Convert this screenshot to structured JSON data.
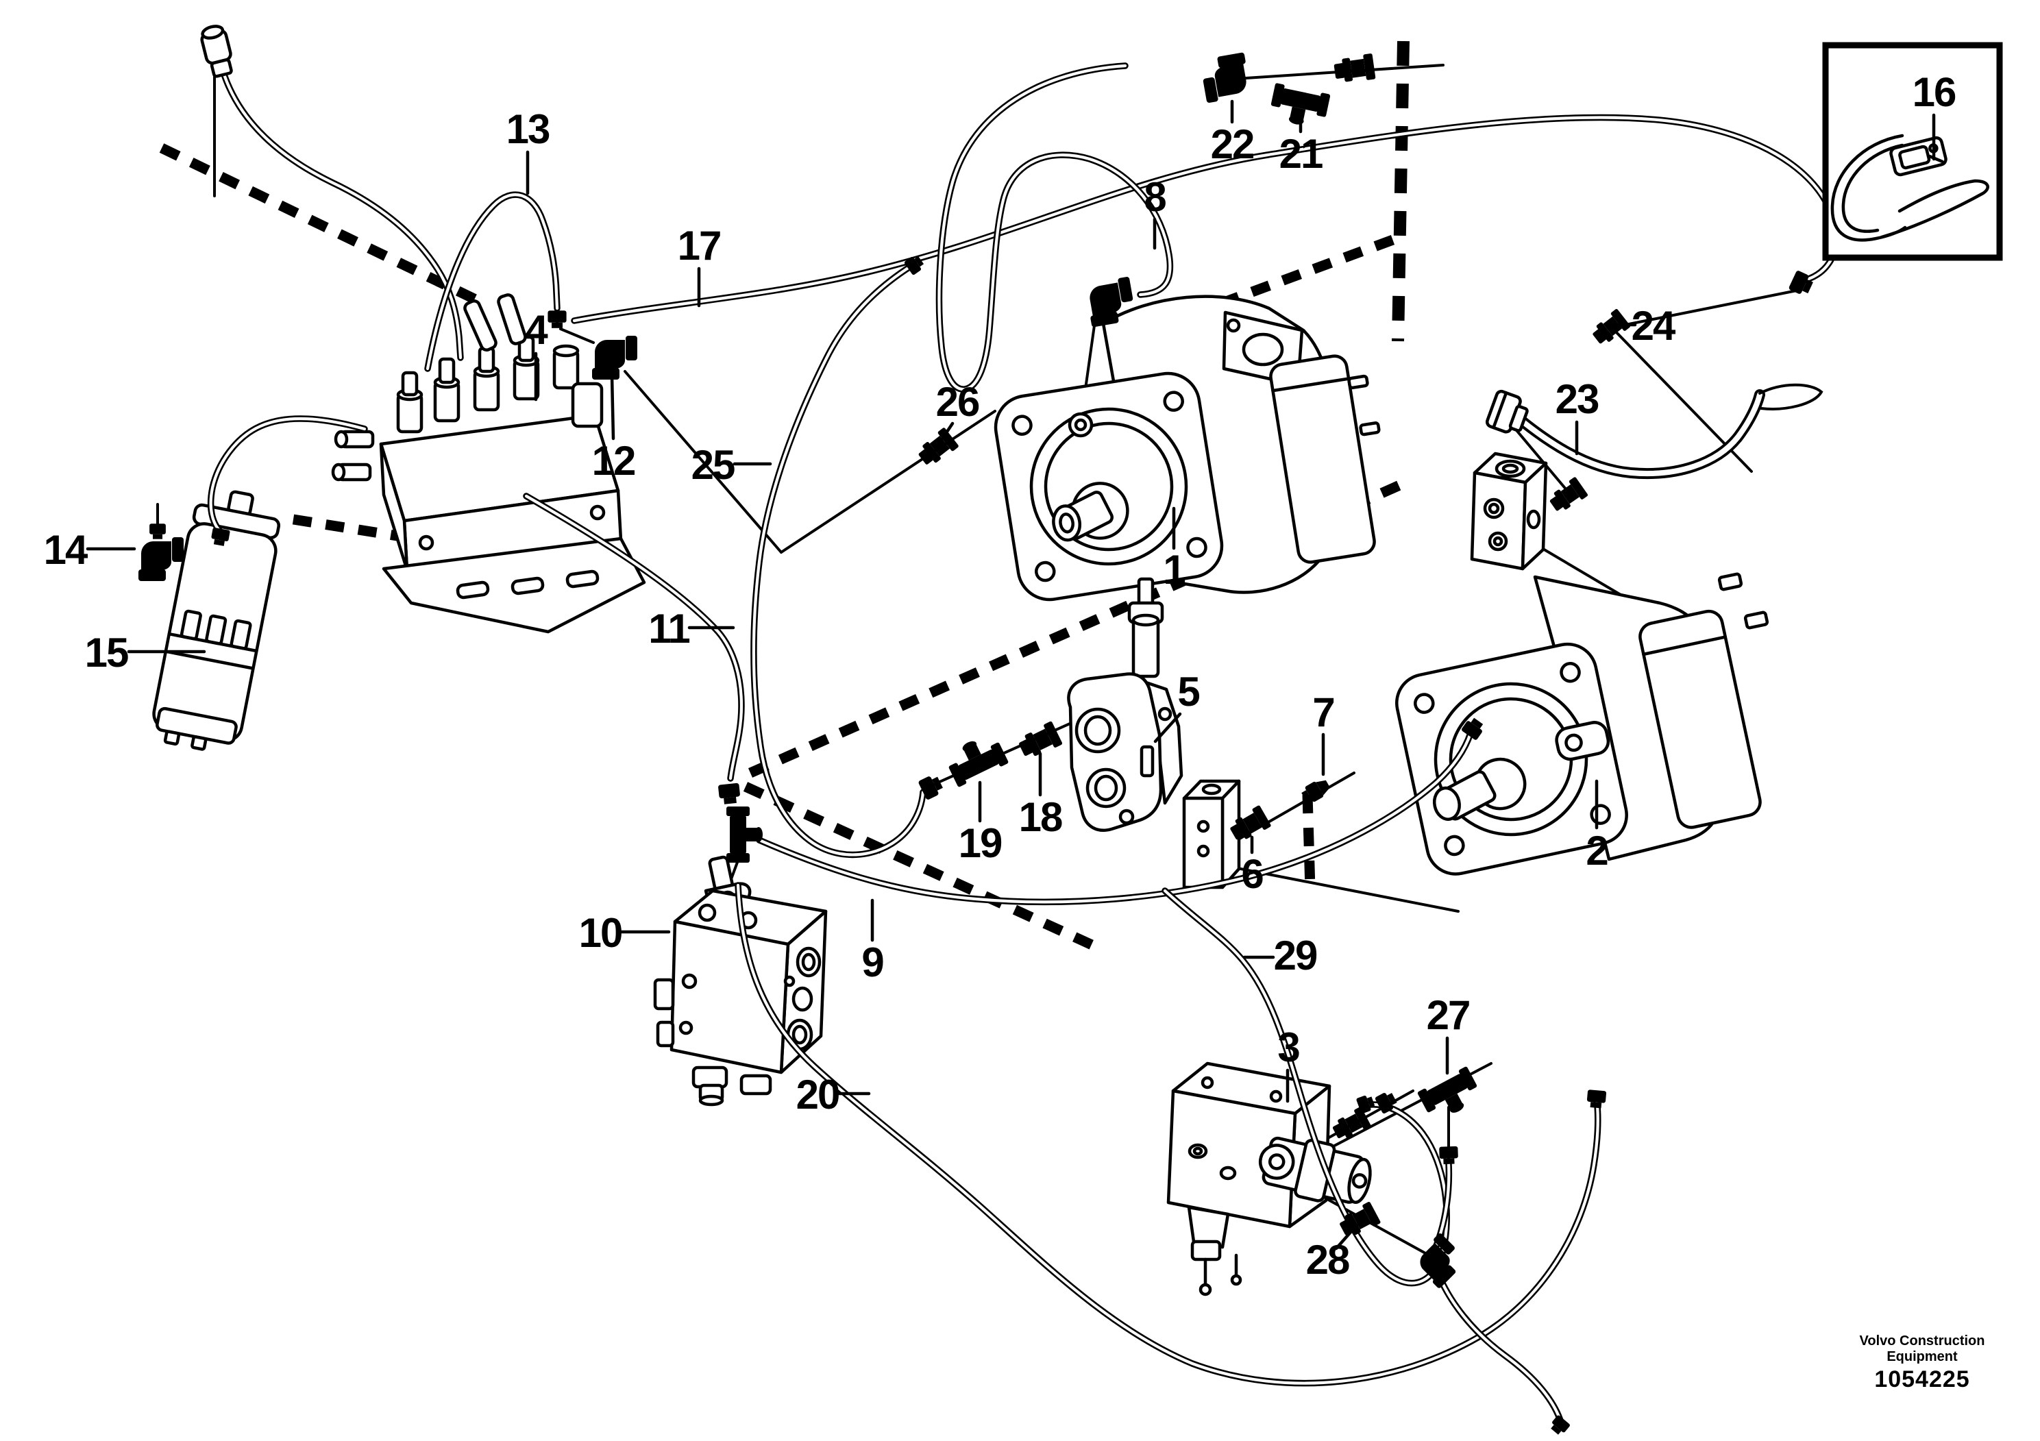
{
  "figure": {
    "type": "exploded parts diagram, hydraulic pump and hose installation",
    "footer": {
      "brand": "Volvo Construction Equipment",
      "number": "1054225"
    }
  },
  "callouts": {
    "c1": "1",
    "c2": "2",
    "c3": "3",
    "c4": "4",
    "c5": "5",
    "c6": "6",
    "c7": "7",
    "c8": "8",
    "c9": "9",
    "c10": "10",
    "c11": "11",
    "c12": "12",
    "c13": "13",
    "c14": "14",
    "c15": "15",
    "c16": "16",
    "c17": "17",
    "c18": "18",
    "c19": "19",
    "c20": "20",
    "c21": "21",
    "c22": "22",
    "c23": "23",
    "c24": "24",
    "c25": "25",
    "c26": "26",
    "c27": "27",
    "c28": "28",
    "c29": "29"
  }
}
